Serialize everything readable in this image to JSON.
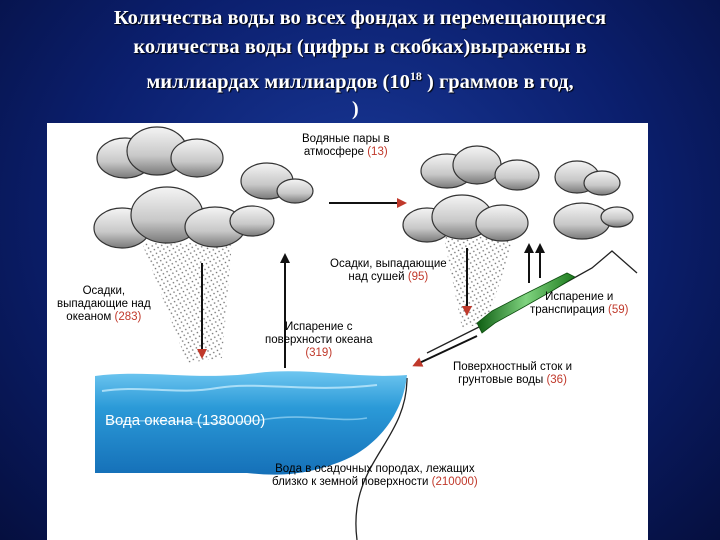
{
  "title": {
    "line1": "Количества воды во всех фондах и перемещающиеся",
    "line2": "количества воды (цифры в скобках)выражены в",
    "line3_pre": "миллиардах миллиардов (10",
    "line3_sup": "18",
    "line3_post": " ) граммов в год,",
    "tail": ")"
  },
  "labels": {
    "vapor": {
      "l1": "Водяные пары в",
      "l2": "атмосфере",
      "num": "(13)"
    },
    "land_precip": {
      "l1": "Осадки, выпадающие",
      "l2": "над сушей",
      "num": "(95)"
    },
    "ocean_precip": {
      "l1": "Осадки,",
      "l2": "выпадающие над",
      "l3": "океаном",
      "num": "(283)"
    },
    "ocean_evap": {
      "l1": "Испарение с",
      "l2": "поверхности океана",
      "num": "(319)"
    },
    "transpiration": {
      "l1": "Испарение и",
      "l2": "транспирация",
      "num": "(59)"
    },
    "runoff": {
      "l1": "Поверхностный сток и",
      "l2": "грунтовые воды",
      "num": "(36)"
    },
    "ocean": {
      "text": "Вода океана (1380000)"
    },
    "sediment": {
      "l1": "Вода в осадочных породах, лежащих",
      "l2": "близко к земной поверхности",
      "num": "(210000)"
    }
  },
  "colors": {
    "background": "#0b1f6e",
    "number": "#c0392b",
    "ocean": "#1f8fd4",
    "cloud": "#3a3a3a",
    "vegetation": "#2f8f2f",
    "arrow_head": "#c0392b"
  }
}
